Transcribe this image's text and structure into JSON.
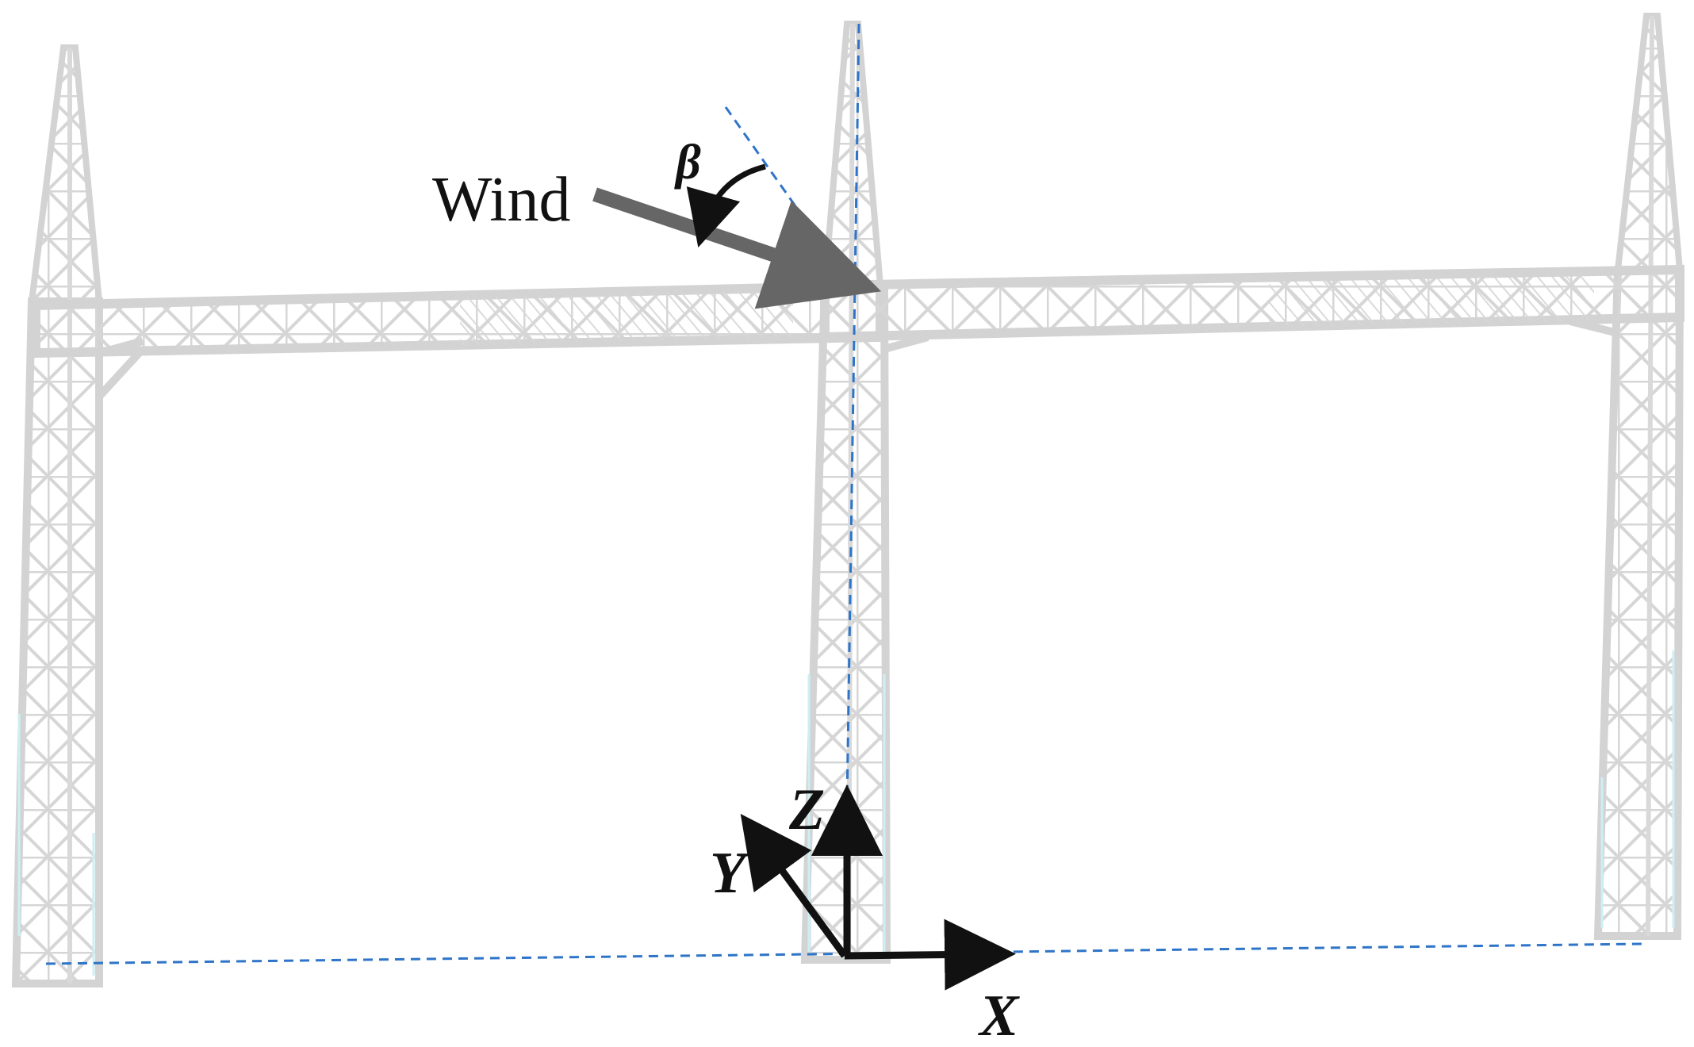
{
  "labels": {
    "wind": "Wind",
    "beta": "β",
    "x_axis": "X",
    "y_axis": "Y",
    "z_axis": "Z"
  },
  "colors": {
    "structure": "#d3d3d3",
    "guide_line": "#2e74c8",
    "wind_arrow": "#666666",
    "axes": "#111111"
  }
}
